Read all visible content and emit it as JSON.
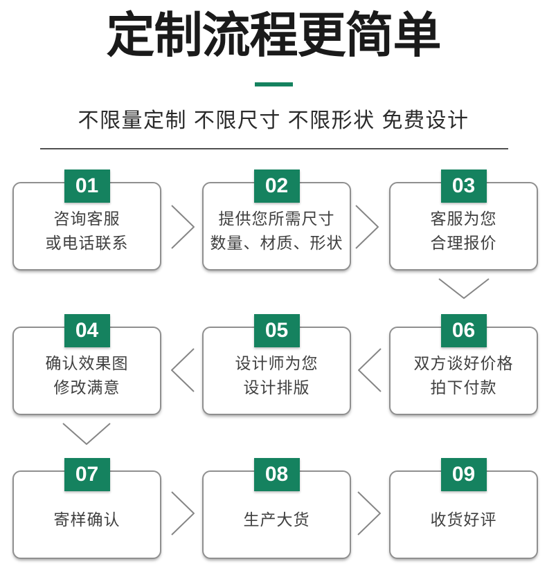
{
  "title": "定制流程更简单",
  "subtitle": "不限量定制 不限尺寸 不限形状 免费设计",
  "colors": {
    "accent_green": "#15825F",
    "box_border": "#8F8F8F",
    "step_text": "#3F3F3F",
    "arrow_gray": "#858585",
    "title_black": "#1A1A1A"
  },
  "steps": [
    {
      "num": "01",
      "lines": [
        "咨询客服",
        "或电话联系"
      ]
    },
    {
      "num": "02",
      "lines": [
        "提供您所需尺寸",
        "数量、材质、形状"
      ]
    },
    {
      "num": "03",
      "lines": [
        "客服为您",
        "合理报价"
      ]
    },
    {
      "num": "04",
      "lines": [
        "确认效果图",
        "修改满意"
      ]
    },
    {
      "num": "05",
      "lines": [
        "设计师为您",
        "设计排版"
      ]
    },
    {
      "num": "06",
      "lines": [
        "双方谈好价格",
        "拍下付款"
      ]
    },
    {
      "num": "07",
      "lines": [
        "寄样确认"
      ]
    },
    {
      "num": "08",
      "lines": [
        "生产大货"
      ]
    },
    {
      "num": "09",
      "lines": [
        "收货好评"
      ]
    }
  ]
}
